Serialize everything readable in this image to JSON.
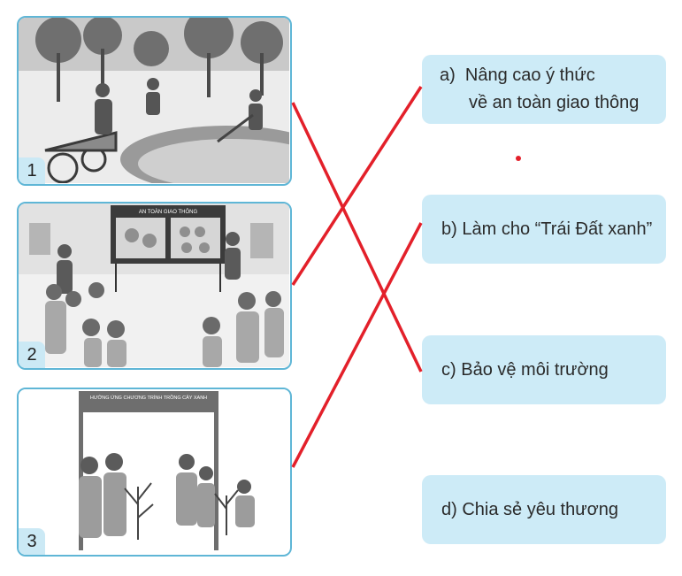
{
  "pictures": [
    {
      "number": "1",
      "icon": "park-cleaning-illustration"
    },
    {
      "number": "2",
      "icon": "traffic-safety-class-illustration"
    },
    {
      "number": "3",
      "icon": "tree-planting-illustration"
    }
  ],
  "picture2_board_text": "AN TOÀN GIAO THÔNG",
  "picture3_banner_text": "HƯỞNG ỨNG CHƯƠNG TRÌNH TRỒNG CÂY XANH",
  "options": [
    {
      "label": "a)",
      "line1": "Nâng cao ý thức",
      "line2": "về an toàn giao thông"
    },
    {
      "label": "b)",
      "line1": "Làm cho “Trái Đất xanh”",
      "line2": ""
    },
    {
      "label": "c)",
      "line1": "Bảo vệ môi trường",
      "line2": ""
    },
    {
      "label": "d)",
      "line1": "Chia sẻ yêu thương",
      "line2": ""
    }
  ],
  "matches": [
    {
      "picture": "1",
      "option": "c"
    },
    {
      "picture": "2",
      "option": "a"
    },
    {
      "picture": "3",
      "option": "b"
    }
  ],
  "colors": {
    "line": "#e3202a",
    "panel_border": "#5fb6d6",
    "option_fill": "#cdebf7"
  }
}
